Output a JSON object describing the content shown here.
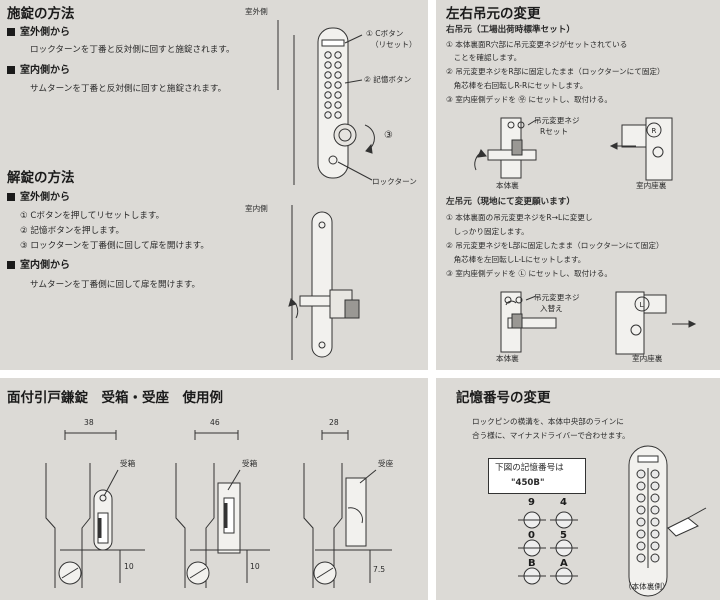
{
  "lock": {
    "title": "施錠の方法",
    "outside_heading": "室外側から",
    "outside_text": "ロックターンを丁番と反対側に回すと施錠されます。",
    "inside_heading": "室内側から",
    "inside_text": "サムターンを丁番と反対側に回すと施錠されます。",
    "fig_label": "室外側",
    "callout1": "① Cボタン",
    "callout1b": "（リセット）",
    "callout2": "② 記憶ボタン",
    "callout3": "③",
    "lockturn": "ロックターン"
  },
  "unlock": {
    "title": "解錠の方法",
    "outside_heading": "室外側から",
    "steps": [
      "① Cボタンを押してリセットします。",
      "② 記憶ボタンを押します。",
      "③ ロックターンを丁番側に回して扉を開けます。"
    ],
    "inside_heading": "室内側から",
    "inside_text": "サムターンを丁番側に回して扉を開けます。",
    "fig_label": "室内側"
  },
  "hinge": {
    "title": "左右吊元の変更",
    "right_heading": "右吊元（工場出荷時標準セット）",
    "right_steps": [
      "① 本体裏面R穴部に吊元変更ネジがセットされている",
      "　ことを確認します。",
      "② 吊元変更ネジをR部に固定したまま（ロックターンにて固定）",
      "　角芯棒を右回転しR-Rにセットします。",
      "③ 室内座側デッドを ㉾ にセットし、取付ける。"
    ],
    "right_fig_note1": "吊元変更ネジ",
    "right_fig_note2": "Rセット",
    "right_fig_body": "本体裏",
    "right_fig_seat": "室内座裏",
    "left_heading": "左吊元（現地にて変更願います）",
    "left_steps": [
      "① 本体裏面の吊元変更ネジをR→Lに変更し",
      "　しっかり固定します。",
      "② 吊元変更ネジをL部に固定したまま（ロックターンにて固定）",
      "　角芯棒を左回転しL-Lにセットします。",
      "③ 室内座側デッドを Ⓛ にセットし、取付ける。"
    ],
    "left_fig_note1": "吊元変更ネジ",
    "left_fig_note2": "入替え",
    "left_fig_body": "本体裏",
    "left_fig_seat": "室内座裏",
    "circle_r": "R",
    "circle_l": "L"
  },
  "usage": {
    "title": "面付引戸鎌錠　受箱・受座　使用例",
    "dims": [
      "38",
      "46",
      "28"
    ],
    "label1": "受箱",
    "label2": "受箱",
    "label3": "受座",
    "side_dims": [
      "10",
      "10",
      "7.5"
    ]
  },
  "code": {
    "title": "記憶番号の変更",
    "text1": "ロックピンの横溝を、本体中央部のラインに",
    "text2": "合う様に、マイナスドライバーで合わせます。",
    "box_line1": "下図の記憶番号は",
    "box_line2": "\"450B\"",
    "pins": [
      [
        "9",
        "4"
      ],
      [
        "0",
        "5"
      ],
      [
        "B",
        "A"
      ]
    ],
    "fig_caption": "（本体裏側）"
  },
  "colors": {
    "panel": "#dcdad6",
    "ink": "#1b1b1b",
    "gap": "#ffffff"
  }
}
